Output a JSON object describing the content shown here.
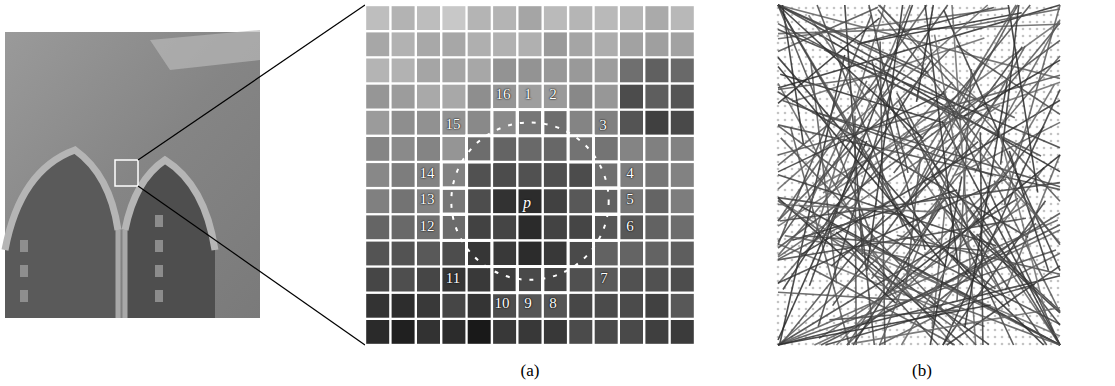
{
  "diagram": {
    "labels": [
      "1",
      "2",
      "3",
      "4",
      "5",
      "6",
      "7",
      "8",
      "9",
      "10",
      "11",
      "12",
      "13",
      "14",
      "15",
      "16",
      "p",
      "(a)",
      "(b)"
    ]
  }
}
